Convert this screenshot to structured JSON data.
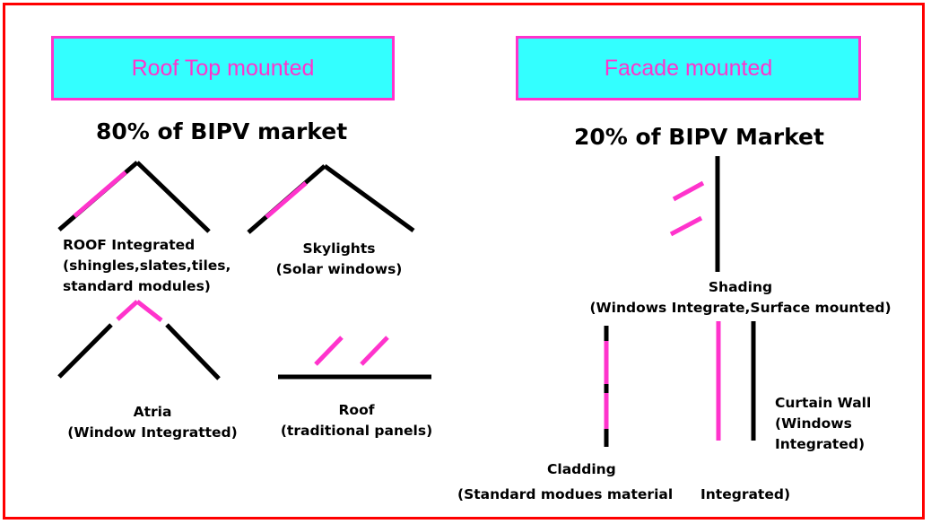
{
  "colors": {
    "border": "#ff0000",
    "header_fill": "#33ffff",
    "accent": "#ff33cc",
    "line": "#000000"
  },
  "left": {
    "header": "Roof Top mounted",
    "share": "80% of BIPV market",
    "roof_integrated": [
      "ROOF Integrated",
      "(shingles,slates,tiles,",
      "standard modules)"
    ],
    "skylights": [
      "Skylights",
      "(Solar windows)"
    ],
    "atria": [
      "Atria",
      "(Window Integratted)"
    ],
    "roof": [
      "Roof",
      "(traditional panels)"
    ]
  },
  "right": {
    "header": "Facade mounted",
    "share": "20% of BIPV Market",
    "shading": [
      "Shading",
      "(Windows Integrate,Surface mounted)"
    ],
    "curtain_wall": [
      "Curtain Wall",
      "(Windows",
      "Integrated)"
    ],
    "cladding": [
      "Cladding",
      "(Standard modues material"
    ],
    "cladding_tail": "Integrated)"
  }
}
